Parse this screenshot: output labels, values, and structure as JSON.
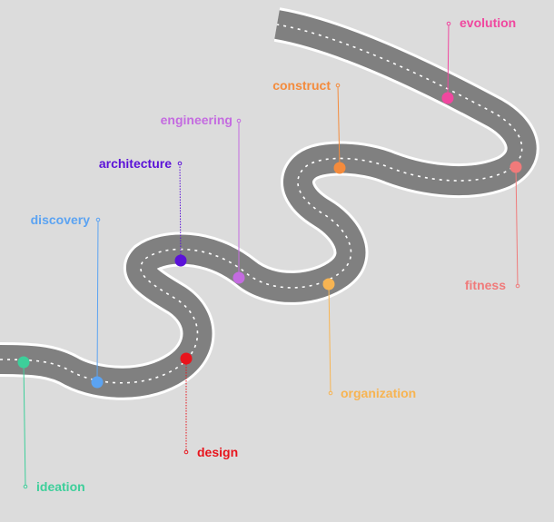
{
  "milestones": [
    {
      "label": "ideation",
      "color": "#3dcf9a"
    },
    {
      "label": "discovery",
      "color": "#5ba3f2"
    },
    {
      "label": "design",
      "color": "#e8141c"
    },
    {
      "label": "architecture",
      "color": "#5b12d8"
    },
    {
      "label": "engineering",
      "color": "#c46be0"
    },
    {
      "label": "organization",
      "color": "#f7b452"
    },
    {
      "label": "construct",
      "color": "#f48b3c"
    },
    {
      "label": "fitness",
      "color": "#f07a7a"
    },
    {
      "label": "evolution",
      "color": "#f0479f"
    }
  ],
  "colors": {
    "background": "#dcdcdc",
    "road": "#808080",
    "road_edge": "#ffffff",
    "lane_marking": "#ffffff"
  }
}
